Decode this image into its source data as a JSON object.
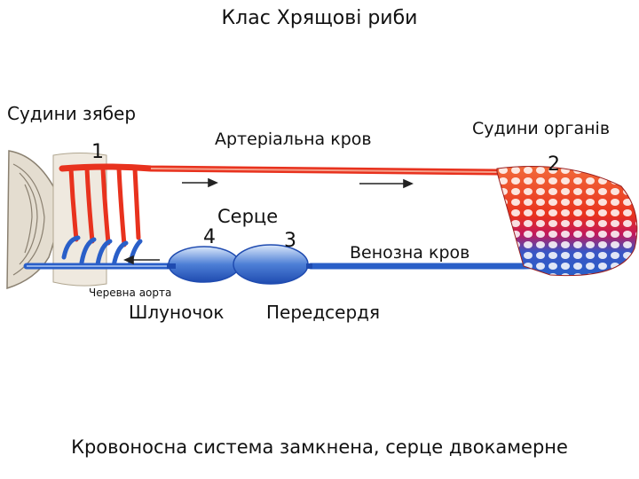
{
  "title": "Клас Хрящові риби",
  "labels": {
    "gill_vessels": "Судини зябер",
    "arterial_blood": "Артеріальна кров",
    "organ_vessels": "Судини органів",
    "heart": "Серце",
    "venous_blood": "Венозна кров",
    "ventral_aorta": "Черевна аорта",
    "ventricle": "Шлуночок",
    "atrium": "Передсердя"
  },
  "numbers": {
    "n1": "1",
    "n2": "2",
    "n3": "3",
    "n4": "4"
  },
  "caption": "Кровоносна система замкнена, серце двокамерне",
  "colors": {
    "arterial": "#e8321e",
    "venous": "#2a5fc8",
    "mixed": "#c2185b",
    "gill": "#d9d2c4"
  }
}
